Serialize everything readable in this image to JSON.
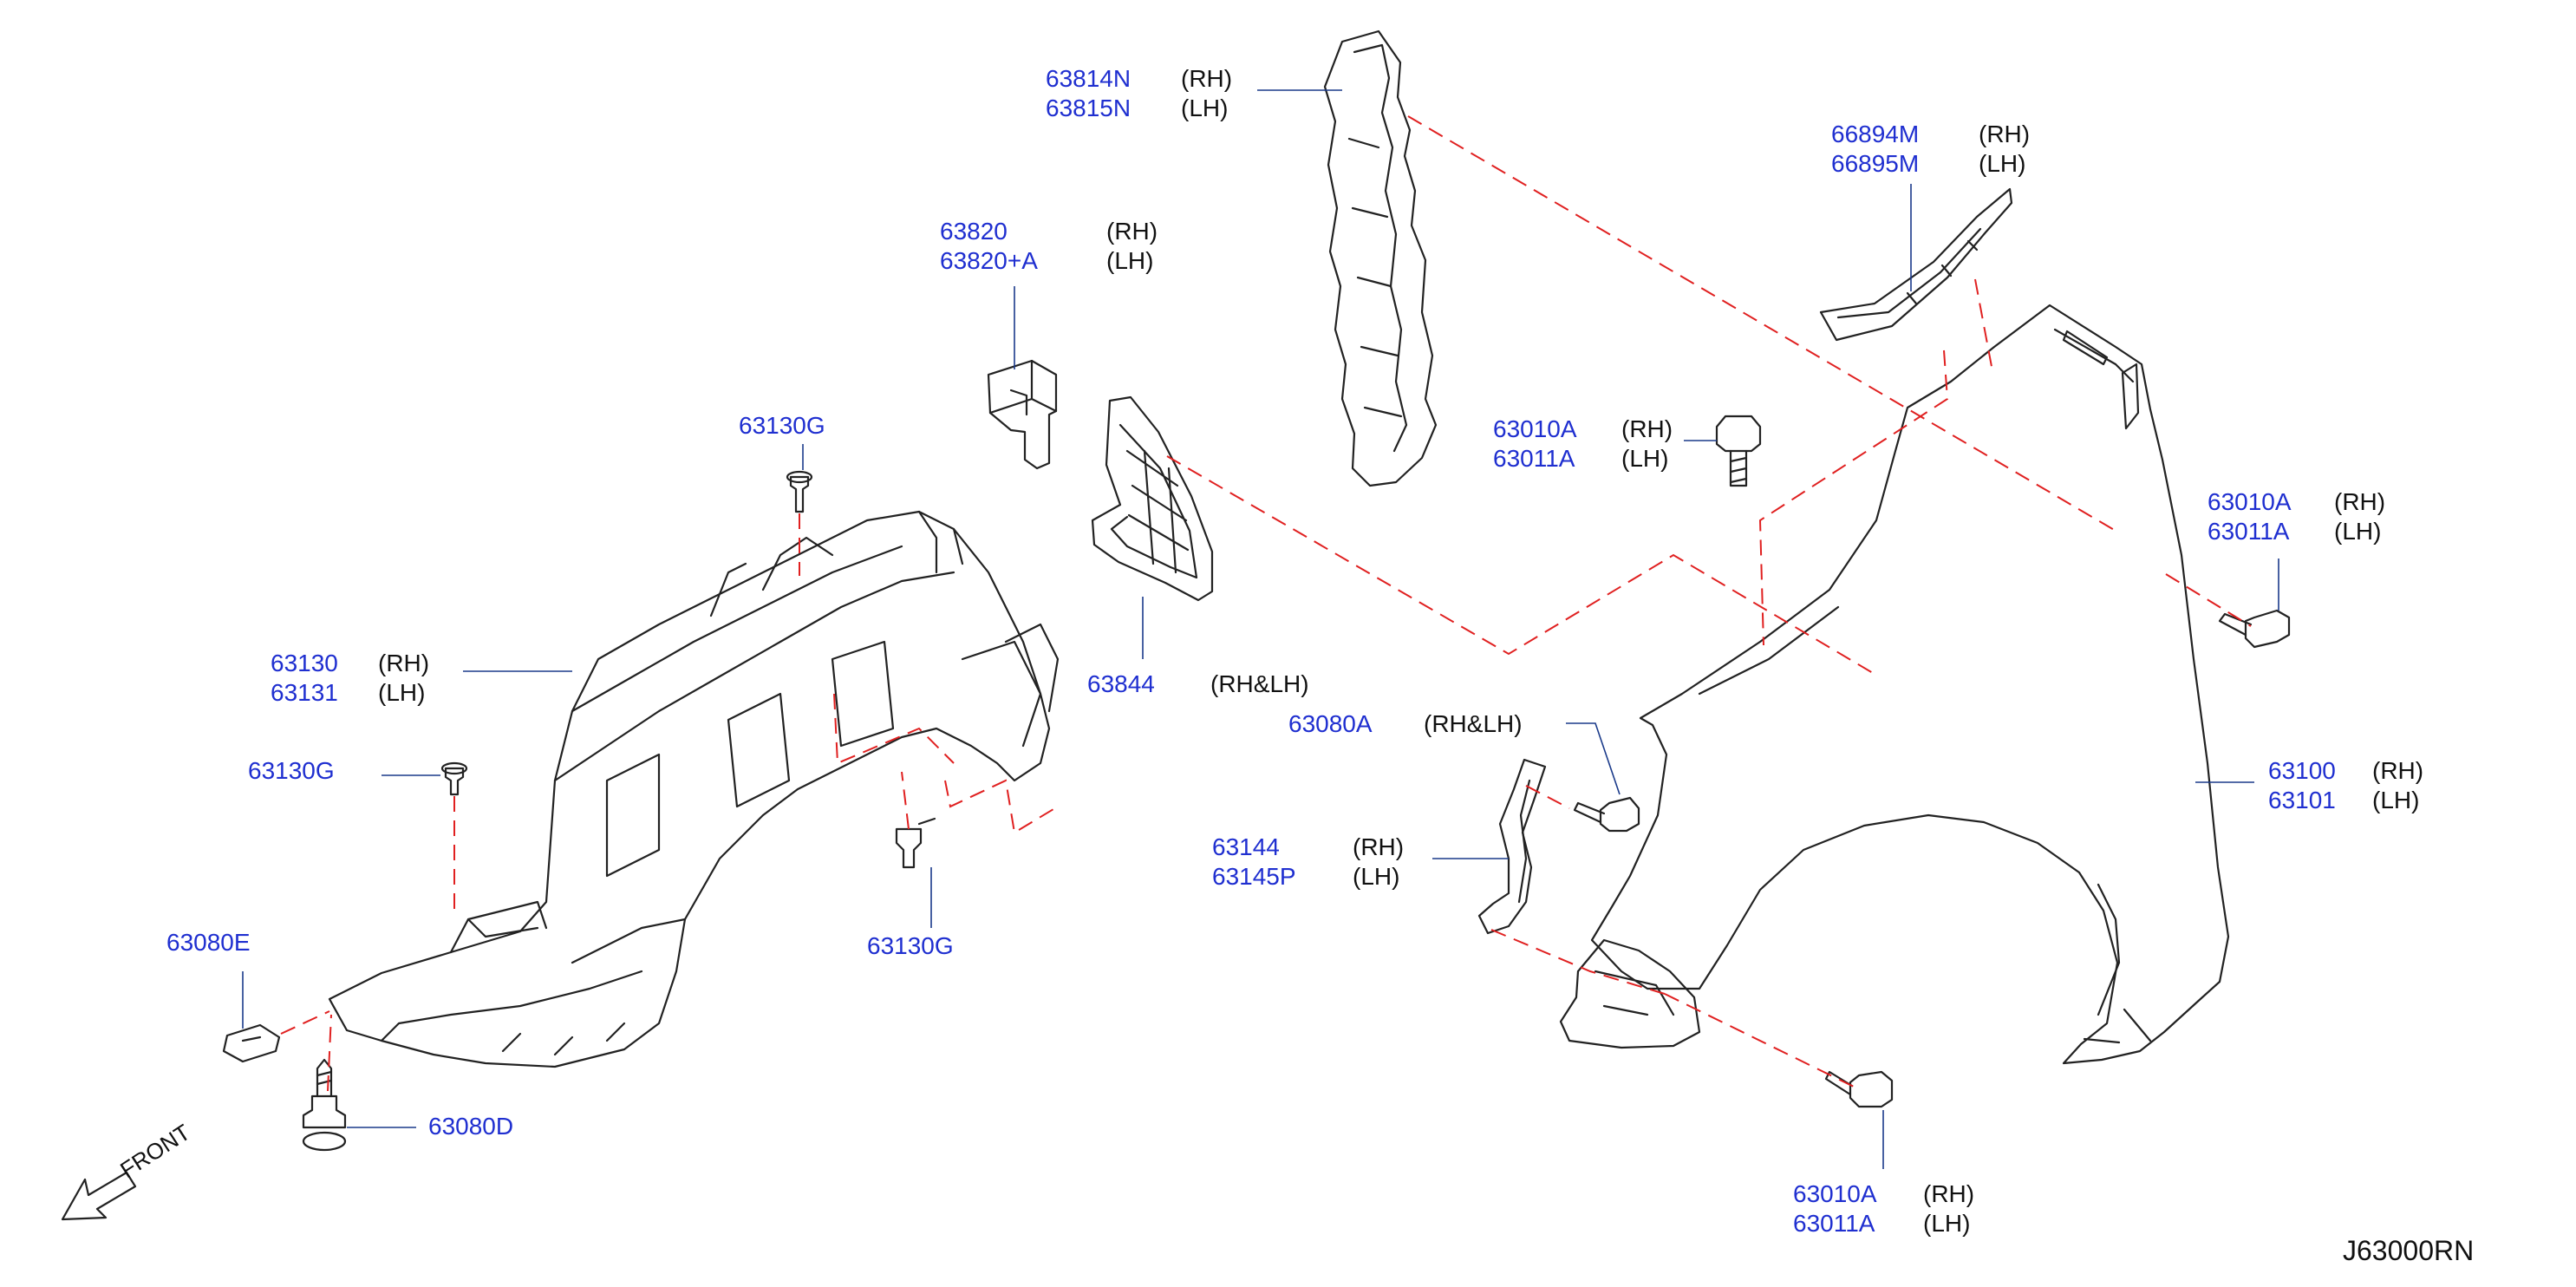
{
  "diagram_code": "J63000RN",
  "front_label": "FRONT",
  "colors": {
    "part_number": "#1f2fd0",
    "text": "#111111",
    "dashed_line": "#e02020",
    "outline": "#222222"
  },
  "parts": [
    {
      "id": "p63814",
      "numbers": [
        "63814N",
        "63815N"
      ],
      "sides": [
        "(RH)",
        "(LH)"
      ]
    },
    {
      "id": "p66894",
      "numbers": [
        "66894M",
        "66895M"
      ],
      "sides": [
        "(RH)",
        "(LH)"
      ]
    },
    {
      "id": "p63820",
      "numbers": [
        "63820",
        "63820+A"
      ],
      "sides": [
        "(RH)",
        "(LH)"
      ]
    },
    {
      "id": "p63130g_top",
      "numbers": [
        "63130G"
      ],
      "sides": []
    },
    {
      "id": "p63010_mid",
      "numbers": [
        "63010A",
        "63011A"
      ],
      "sides": [
        "(RH)",
        "(LH)"
      ]
    },
    {
      "id": "p63010_right",
      "numbers": [
        "63010A",
        "63011A"
      ],
      "sides": [
        "(RH)",
        "(LH)"
      ]
    },
    {
      "id": "p63130",
      "numbers": [
        "63130",
        "63131"
      ],
      "sides": [
        "(RH)",
        "(LH)"
      ]
    },
    {
      "id": "p63844",
      "numbers": [
        "63844"
      ],
      "sides": [
        "(RH&LH)"
      ]
    },
    {
      "id": "p63080a",
      "numbers": [
        "63080A"
      ],
      "sides": [
        "(RH&LH)"
      ]
    },
    {
      "id": "p63130g_left",
      "numbers": [
        "63130G"
      ],
      "sides": []
    },
    {
      "id": "p63100",
      "numbers": [
        "63100",
        "63101"
      ],
      "sides": [
        "(RH)",
        "(LH)"
      ]
    },
    {
      "id": "p63144",
      "numbers": [
        "63144",
        "63145P"
      ],
      "sides": [
        "(RH)",
        "(LH)"
      ]
    },
    {
      "id": "p63130g_mid",
      "numbers": [
        "63130G"
      ],
      "sides": []
    },
    {
      "id": "p63080e",
      "numbers": [
        "63080E"
      ],
      "sides": []
    },
    {
      "id": "p63080d",
      "numbers": [
        "63080D"
      ],
      "sides": []
    },
    {
      "id": "p63010_bottom",
      "numbers": [
        "63010A",
        "63011A"
      ],
      "sides": [
        "(RH)",
        "(LH)"
      ]
    }
  ]
}
